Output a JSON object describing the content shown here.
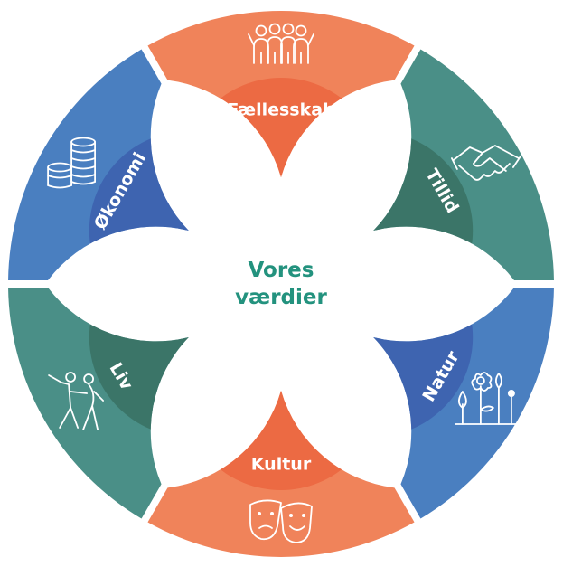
{
  "center": {
    "line1": "Vores",
    "line2": "værdier"
  },
  "segments": [
    {
      "id": "faellesskab",
      "label": "Fællesskab",
      "icon": "people-group-icon",
      "color": "#f0835a",
      "inner_color": "#ec6a43"
    },
    {
      "id": "tillid",
      "label": "Tillid",
      "icon": "handshake-icon",
      "color": "#4a8f87",
      "inner_color": "#3b7568"
    },
    {
      "id": "natur",
      "label": "Natur",
      "icon": "plants-flower-icon",
      "color": "#4a7fc0",
      "inner_color": "#3e64b0"
    },
    {
      "id": "kultur",
      "label": "Kultur",
      "icon": "theater-masks-icon",
      "color": "#f0835a",
      "inner_color": "#ec6a43"
    },
    {
      "id": "liv",
      "label": "Liv",
      "icon": "dancing-couple-icon",
      "color": "#4a8f87",
      "inner_color": "#3b7568"
    },
    {
      "id": "okonomi",
      "label": "Økonomi",
      "icon": "coin-stack-icon",
      "color": "#4a7fc0",
      "inner_color": "#3e64b0"
    }
  ],
  "colors": {
    "center_text": "#23927e",
    "background": "#ffffff"
  }
}
